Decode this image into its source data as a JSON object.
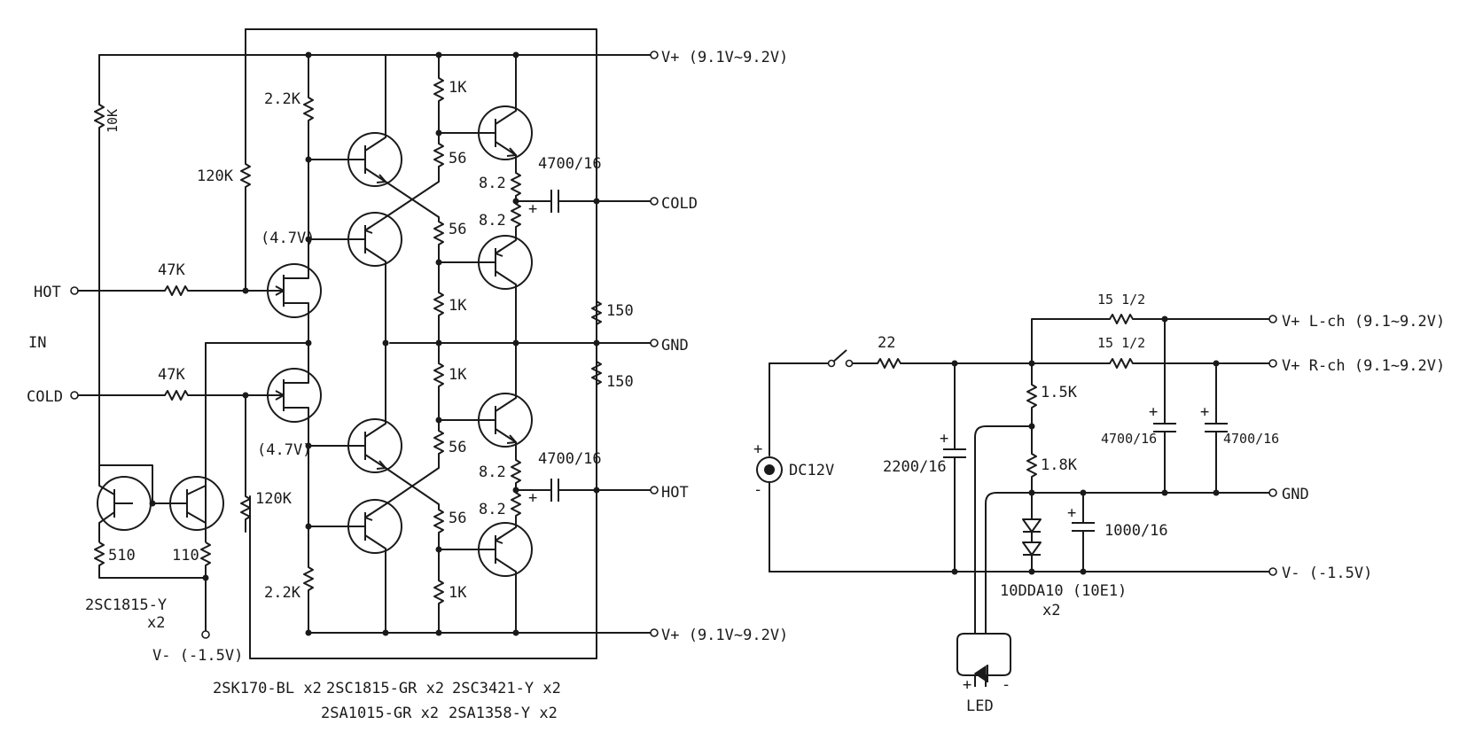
{
  "amp": {
    "vplus_top": "V+ (9.1V~9.2V)",
    "vplus_bottom": "V+ (9.1V~9.2V)",
    "cold_out": "COLD",
    "hot_out": "HOT",
    "gnd_out": "GND",
    "hot_in": "HOT",
    "cold_in": "COLD",
    "in_label": "IN",
    "vminus": "V- (-1.5V)",
    "r_10k": "10K",
    "r_120k_top": "120K",
    "r_120k_bottom": "120K",
    "r_47k_hot": "47K",
    "r_47k_cold": "47K",
    "r_22k_top": "2.2K",
    "r_22k_bottom": "2.2K",
    "r_1k_a": "1K",
    "r_1k_b": "1K",
    "r_1k_c": "1K",
    "r_1k_d": "1K",
    "r_56_a": "56",
    "r_56_b": "56",
    "r_56_c": "56",
    "r_56_d": "56",
    "r_82_a": "8.2",
    "r_82_b": "8.2",
    "r_82_c": "8.2",
    "r_82_d": "8.2",
    "r_150_a": "150",
    "r_150_b": "150",
    "r_510": "510",
    "r_110": "110",
    "c_top": "4700/16",
    "c_bottom": "4700/16",
    "v_47_top": "(4.7V)",
    "v_47_bottom": "(4.7V)",
    "plus": "+",
    "part_current": "2SC1815-Y",
    "part_current_qty": "x2",
    "parts_row1": [
      "2SK170-BL x2",
      "2SC1815-GR x2",
      "2SC3421-Y x2"
    ],
    "parts_row2": [
      "2SA1015-GR x2",
      "2SA1358-Y x2"
    ]
  },
  "psu": {
    "source": "DC12V",
    "src_plus": "+",
    "src_minus": "-",
    "r_22": "22",
    "r_15_l": "15  1/2",
    "r_15_r": "15  1/2",
    "c_2200": "2200/16",
    "r_15k": "1.5K",
    "r_18k": "1.8K",
    "c_4700_a": "4700/16",
    "c_4700_b": "4700/16",
    "c_1000": "1000/16",
    "diode": "10DDA10 (10E1)",
    "diode_qty": "x2",
    "led": "LED",
    "led_plus": "+",
    "led_minus": "-",
    "out_l": "V+ L-ch (9.1~9.2V)",
    "out_r": "V+ R-ch (9.1~9.2V)",
    "out_gnd": "GND",
    "out_vminus": "V- (-1.5V)",
    "plus": "+"
  }
}
